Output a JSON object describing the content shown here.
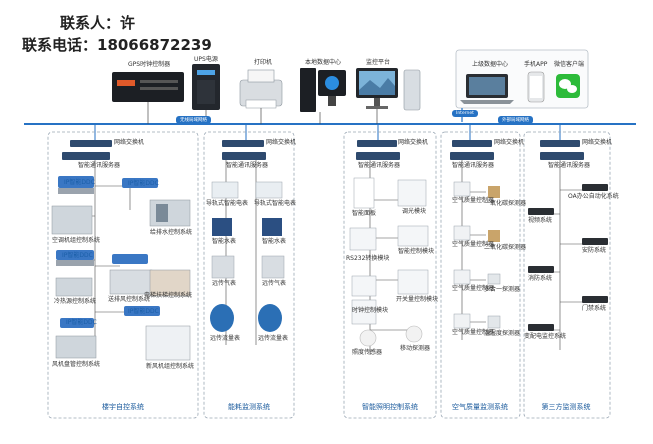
{
  "contact": {
    "name_line": "联系人：许",
    "phone_line": "联系电话：18066872239"
  },
  "top_devices": {
    "gps_clock": "GPS时钟控制器",
    "ups": "UPS电源",
    "printer": "打印机",
    "local_data_center": "本地数据中心",
    "monitor_platform": "监控平台",
    "cloud_data_center": "上级数据中心",
    "mobile_app": "手机APP",
    "wechat": "微信客户端"
  },
  "network_labels": {
    "left": "无线局域网络",
    "right": "外部局域网络",
    "internet": "Internet"
  },
  "subsystems": {
    "bas": {
      "switch": "网络交换机",
      "server": "智能通讯服务器",
      "items": [
        "IP智能DDC",
        "IP智能DDC",
        "给排水控制系统",
        "空调机组控制系统",
        "IP智能DDC",
        "送排风控制系统",
        "冷热源控制系统",
        "电梯扶梯控制系统",
        "IP智能DDC",
        "IP智能DDC",
        "风机盘管控制系统",
        "新风机组控制系统"
      ],
      "title": "楼宇自控系统"
    },
    "energy": {
      "switch": "网络交换机",
      "server": "智能通讯服务器",
      "items": [
        "导轨式智能电表",
        "导轨式智能电表",
        "智能水表",
        "智能水表",
        "远传气表",
        "远传气表",
        "远传流量表",
        "远传流量表"
      ],
      "title": "能耗监测系统"
    },
    "lighting": {
      "switch": "网络交换机",
      "server": "智能通讯服务器",
      "items": [
        "智能面板",
        "调光模块",
        "RS232转换模块",
        "智能控制模块",
        "开关量控制模块",
        "时钟控制模块",
        "照度传感器",
        "移动探测器"
      ],
      "title": "智能照明控制系统"
    },
    "air": {
      "switch": "网络交换机",
      "server": "智能通讯服务器",
      "items": [
        "空气质量控制器",
        "一氧化碳探测器",
        "空气质量控制器",
        "二氧化碳探测器",
        "空气质量控制器",
        "多合一探测器",
        "空气质量控制器",
        "温湿度探测器"
      ],
      "title": "空气质量监测系统"
    },
    "third": {
      "switch": "网络交换机",
      "server": "智能通讯服务器",
      "items": [
        "OA办公自动化系统",
        "视频系统",
        "安防系统",
        "消防系统",
        "门禁系统",
        "变配电监控系统"
      ],
      "title": "第三方监测系统"
    }
  },
  "colors": {
    "bus_line": "#2672c4",
    "wire": "#4a4a4a",
    "title_text": "#1a5a9c"
  }
}
